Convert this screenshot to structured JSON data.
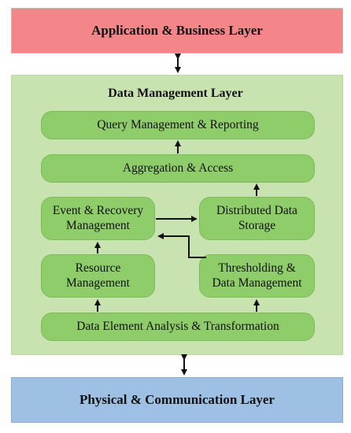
{
  "layers": {
    "top": "Application & Business Layer",
    "middle": "Data Management Layer",
    "bottom": "Physical & Communication Layer"
  },
  "modules": {
    "query": "Query Management & Reporting",
    "aggregation": "Aggregation & Access",
    "event_line1": "Event & Recovery",
    "event_line2": "Management",
    "storage_line1": "Distributed Data",
    "storage_line2": "Storage",
    "resource_line1": "Resource",
    "resource_line2": "Management",
    "threshold_line1": "Thresholding &",
    "threshold_line2": "Data Management",
    "element": "Data Element Analysis & Transformation"
  },
  "colors": {
    "top_layer": "#f4868a",
    "middle_layer": "#c9e3b0",
    "module": "#8fcc6a",
    "bottom_layer": "#9dc0e4"
  }
}
